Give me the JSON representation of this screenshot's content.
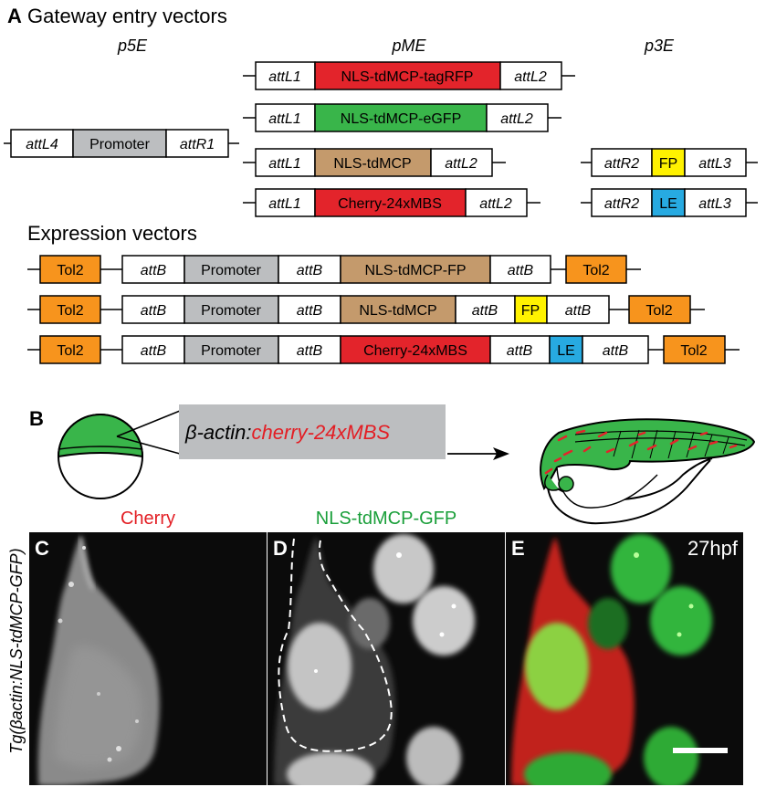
{
  "panel_a": {
    "letter": "A",
    "title": "Gateway entry vectors",
    "col_p5e": "p5E",
    "col_pme": "pME",
    "col_p3e": "p3E",
    "p5e_row": {
      "att_left": "attL4",
      "insert": "Promoter",
      "att_right": "attR1"
    },
    "pme_rows": [
      {
        "att_left": "attL1",
        "insert": "NLS-tdMCP-tagRFP",
        "att_right": "attL2"
      },
      {
        "att_left": "attL1",
        "insert": "NLS-tdMCP-eGFP",
        "att_right": "attL2"
      },
      {
        "att_left": "attL1",
        "insert": "NLS-tdMCP",
        "att_right": "attL2"
      },
      {
        "att_left": "attL1",
        "insert": "Cherry-24xMBS",
        "att_right": "attL2"
      }
    ],
    "p3e_rows": [
      {
        "att_left": "attR2",
        "insert": "FP",
        "att_right": "attL3"
      },
      {
        "att_left": "attR2",
        "insert": "LE",
        "att_right": "attL3"
      }
    ],
    "expression_title": "Expression vectors",
    "expr_rows": [
      {
        "tol_left": "Tol2",
        "att1": "attB",
        "promoter": "Promoter",
        "att2": "attB",
        "insert": "NLS-tdMCP-FP",
        "att3": "attB",
        "tol_right": "Tol2"
      },
      {
        "tol_left": "Tol2",
        "att1": "attB",
        "promoter": "Promoter",
        "att2": "attB",
        "insert": "NLS-tdMCP",
        "att3": "attB",
        "tag": "FP",
        "att4": "attB",
        "tol_right": "Tol2"
      },
      {
        "tol_left": "Tol2",
        "att1": "attB",
        "promoter": "Promoter",
        "att2": "attB",
        "insert": "Cherry-24xMBS",
        "att3": "attB",
        "tag": "LE",
        "att4": "attB",
        "tol_right": "Tol2"
      }
    ]
  },
  "panel_b": {
    "letter": "B",
    "construct_prefix": "β-actin",
    "construct_sep": ":",
    "construct_gene": "cherry-24xMBS"
  },
  "panel_c_e": {
    "side_label": "Tg(βactin:NLS-tdMCP-GFP)",
    "header_cherry": "Cherry",
    "header_gfp": "NLS-tdMCP-GFP",
    "letter_c": "C",
    "letter_d": "D",
    "letter_e": "E",
    "stage": "27hpf"
  },
  "colors": {
    "red_insert": "#e3242b",
    "green_insert": "#39b54a",
    "brown_insert": "#c49a6c",
    "gray_promoter": "#bcbec0",
    "orange_tol2": "#f7941d",
    "yellow_fp": "#fff200",
    "blue_le": "#27aae1",
    "cherry_label": "#e31e24",
    "gfp_label": "#1a9f3a"
  }
}
